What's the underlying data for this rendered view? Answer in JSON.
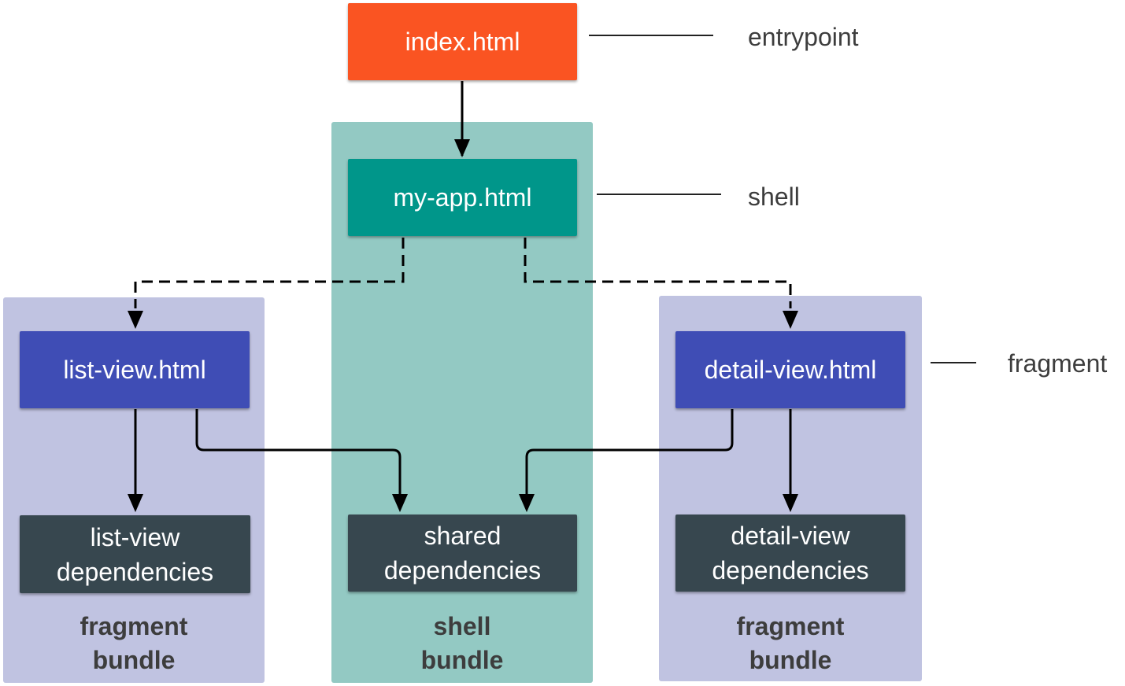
{
  "nodes": {
    "entry": "index.html",
    "shell": "my-app.html",
    "list_view": "list-view.html",
    "detail_view": "detail-view.html",
    "list_deps": [
      "list-view",
      "dependencies"
    ],
    "shared_deps": [
      "shared",
      "dependencies"
    ],
    "detail_deps": [
      "detail-view",
      "dependencies"
    ]
  },
  "bundles": {
    "left": [
      "fragment",
      "bundle"
    ],
    "center": [
      "shell",
      "bundle"
    ],
    "right": [
      "fragment",
      "bundle"
    ]
  },
  "legend": {
    "entrypoint": "entrypoint",
    "shell": "shell",
    "fragment": "fragment"
  },
  "colors": {
    "entry": "#fa5422",
    "shell_node": "#00968a",
    "fragment_node": "#3f4db5",
    "dependency_node": "#37474f",
    "fragment_bundle": "#c0c3e1",
    "shell_bundle": "#93c9c3"
  }
}
